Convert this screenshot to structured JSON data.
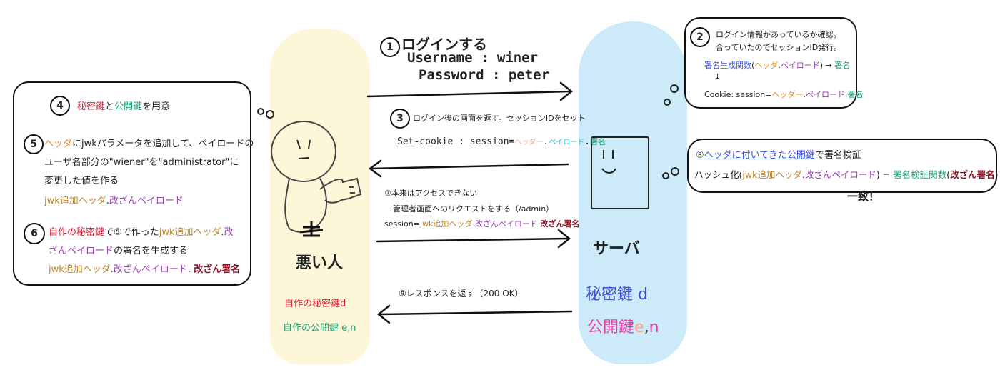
{
  "step1": {
    "num": "1",
    "title": "ログインする",
    "username": "Username : winer",
    "password": "Password : peter"
  },
  "step2": {
    "num": "2",
    "line1": "ログイン情報があっているか確認。",
    "line2": "合っていたのでセッションID発行。",
    "sig_func": "署名生成関数",
    "paren_open": "(",
    "header": "ヘッダ",
    "dot": ".",
    "payload": "ペイロード",
    "paren_close": ")",
    "arrow": "→",
    "sig": "署名",
    "down_arrow": "↓",
    "cookie_prefix": "Cookie: session=",
    "cookie_header": "ヘッダー",
    "cookie_dot1": ".",
    "cookie_payload": "ペイロード",
    "cookie_dot2": ".",
    "cookie_sig": "署名"
  },
  "step3": {
    "num": "3",
    "text": "ログイン後の画面を返す。セッションIDをセット",
    "cookie_prefix": "Set-cookie : session=",
    "h": "ヘッダー",
    "d1": ".",
    "p": "ペイロード",
    "d2": ".",
    "s": "署名"
  },
  "step4": {
    "num": "4",
    "secret": "秘密鍵",
    "and": "と",
    "public": "公開鍵",
    "rest": "を用意"
  },
  "step5": {
    "num": "5",
    "header": "ヘッダ",
    "l1rest": "にjwkパラメータを追加して、ペイロードの",
    "l2": "ユーザ名部分の\"wiener\"を\"administrator\"に",
    "l3": "変更した値を作る",
    "r_header": "jwk追加ヘッダ",
    "r_dot": ".",
    "r_payload": "改ざんペイロード"
  },
  "step6": {
    "num": "6",
    "own_secret": "自作の秘密鍵",
    "de": "で",
    "circled": "⑤",
    "made": "で作った",
    "jwk_header": "jwk追加ヘッダ",
    "dot": ".",
    "kai": "改",
    "l2a": "ざんペイロード",
    "l2b": "の署名を生成する",
    "r_header": "jwk追加ヘッダ",
    "r_dot1": ".",
    "r_payload": "改ざんペイロード",
    "r_dot2": ". ",
    "r_sig": "改ざん署名"
  },
  "step7": {
    "l1": "⑦本来はアクセスできない",
    "l2": "管理者画面へのリクエストをする（/admin）",
    "prefix": "session=",
    "header": "jwk追加ヘッダ",
    "dot1": ".",
    "payload": "改ざんペイロード",
    "dot2": ".",
    "sig": "改ざん署名"
  },
  "step8": {
    "circled": "⑧",
    "header_pub": "ヘッダに付いてきた公開鍵",
    "verify": "で署名検証",
    "hash": "ハッシュ化",
    "po": "(",
    "jh": "jwk追加ヘッダ",
    "dot": ".",
    "kp": "改ざんペイロード",
    "pc": ")",
    "eq": " = ",
    "vf": "署名検証関数",
    "po2": "(",
    "ks": "改ざん署名",
    "pc2": ")",
    "match": "一致！"
  },
  "step9": {
    "text": "⑨レスポンスを返す（200 OK）"
  },
  "attacker": {
    "label": "悪い人",
    "own_secret": "自作の秘密鍵d",
    "own_public": "自作の公開鍵 e,n"
  },
  "server": {
    "label": "サーバ",
    "secret": "秘密鍵 d",
    "public": "公開鍵",
    "e": "e",
    ",": ",",
    "n": "n"
  }
}
